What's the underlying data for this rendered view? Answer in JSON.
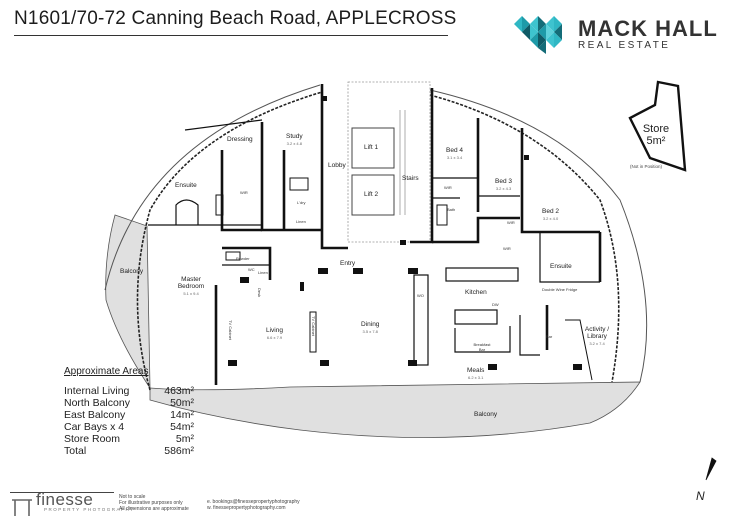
{
  "header": {
    "title": "N1601/70-72 Canning Beach Road, APPLECROSS",
    "brand_name": "MACK HALL",
    "brand_sub": "REAL ESTATE"
  },
  "colors": {
    "brand_teal": "#3ec3cf",
    "brand_dark": "#3d3d3d",
    "balcony_fill": "#dedede",
    "wall": "#111111"
  },
  "rooms": {
    "dressing": "Dressing",
    "study": "Study",
    "study_dim": "3.2 x 4.8",
    "lobby": "Lobby",
    "lift1": "Lift 1",
    "lift2": "Lift 2",
    "stairs": "Stairs",
    "bed4": "Bed 4",
    "bed4_dim": "3.1 x 3.4",
    "bed3": "Bed 3",
    "bed3_dim": "3.2 x 4.3",
    "bed2": "Bed 2",
    "bed2_dim": "3.2 x 4.0",
    "ensuite_left": "Ensuite",
    "ensuite_right": "Ensuite",
    "wir": "WIR",
    "wir2": "WIR",
    "wir3": "WIR",
    "wir4": "WIR",
    "bath": "Bath",
    "ldry": "L'dry",
    "linen": "Linen",
    "linen2": "Linen",
    "powder": "Powder",
    "wc": "WC",
    "balcony_west": "Balcony",
    "master": "Master Bedroom",
    "master_dim": "5.1 x 9.4",
    "entry": "Entry",
    "living": "Living",
    "living_dim": "6.6 x 7.9",
    "dining": "Dining",
    "dining_dim": "3.5 x 7.8",
    "kitchen": "Kitchen",
    "wo": "WO",
    "dw": "DW",
    "breakfast": "Breakfast Bar",
    "bar": "Bar",
    "activity": "Activity / Library",
    "activity_dim": "3.2 x 7.4",
    "meals": "Meals",
    "meals_dim": "6.2 x 3.1",
    "balcony_north": "Balcony",
    "double_wine": "Double Wine Fridge",
    "tv_cabinet": "TV Cabinet",
    "tv_cabinet2": "TV Cabinet",
    "desk": "Desk",
    "store_word": "Store",
    "store_area": "5m²",
    "store_note": "(Not in Position)"
  },
  "areas": {
    "title": "Approximate Areas",
    "rows": [
      {
        "label": "Internal Living",
        "value": "463m²"
      },
      {
        "label": "North Balcony",
        "value": "50m²"
      },
      {
        "label": "East Balcony",
        "value": "14m²"
      },
      {
        "label": "Car Bays x 4",
        "value": "54m²"
      },
      {
        "label": "Store Room",
        "value": "5m²"
      },
      {
        "label": "Total",
        "value": "586m²"
      }
    ]
  },
  "footer": {
    "brand": "finesse",
    "brand_sub": "PROPERTY PHOTOGRAPHY",
    "note1": "Not to scale",
    "note2": "For illustrative purposes only",
    "note3": "All dimensions are approximate",
    "email": "e. bookings@finessepropertyphotography",
    "web": "w. finessepropertyphotography.com",
    "north": "N"
  }
}
